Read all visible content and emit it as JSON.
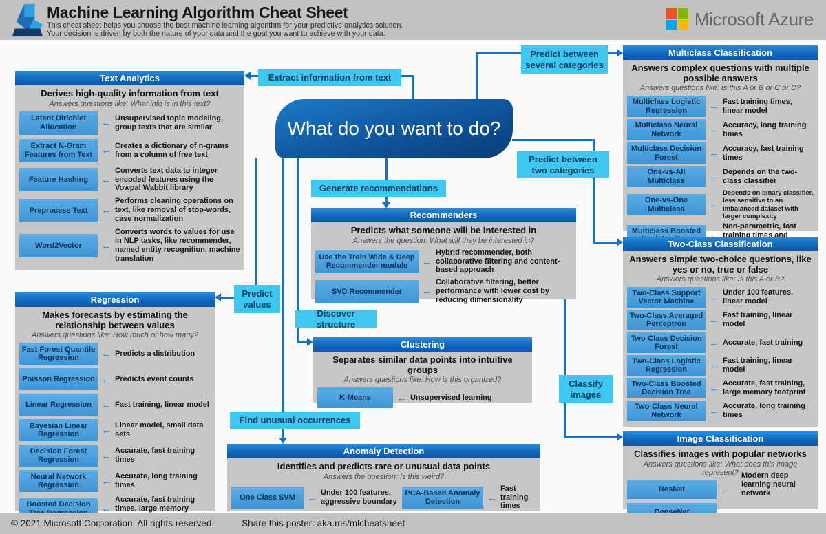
{
  "header": {
    "title": "Machine Learning Algorithm Cheat Sheet",
    "subtitle_line1": "This cheat sheet helps you choose the best machine learning algorithm for your predictive analytics solution.",
    "subtitle_line2": "Your decision is driven by both the nature of your data and the goal you want to achieve with your data.",
    "brand": "Microsoft Azure"
  },
  "central_question": "What do you want to do?",
  "icons": {
    "left_arrow": "←"
  },
  "colors": {
    "header_blue": "#1168bd",
    "panel_gray": "#c7c7c7",
    "cyan_label": "#3dc7f1",
    "algo_box_blue": "#4aa2e0",
    "connector_blue": "#1372ce",
    "ms_red": "#f25022",
    "ms_green": "#7fba00",
    "ms_blue": "#00a4ef",
    "ms_yellow": "#ffb900"
  },
  "decision_labels": {
    "extract_info": "Extract information from text",
    "several_categories": "Predict between several categories",
    "two_categories": "Predict between two categories",
    "recommendations": "Generate recommendations",
    "values": "Predict values",
    "structure": "Discover structure",
    "unusual": "Find unusual occurrences",
    "images": "Classify images"
  },
  "panels": {
    "text_analytics": {
      "title": "Text Analytics",
      "heading": "Derives high-quality information from text",
      "subheading": "Answers questions like: What info is in this text?",
      "items": [
        {
          "name": "Latent Dirichlet Allocation",
          "desc": "Unsupervised topic modeling, group texts that are similar"
        },
        {
          "name": "Extract N-Gram Features from Text",
          "desc": "Creates a dictionary of n-grams from a column of free text"
        },
        {
          "name": "Feature Hashing",
          "desc": "Converts text data to integer encoded features using the Vowpal Wabbit library"
        },
        {
          "name": "Preprocess Text",
          "desc": "Performs cleaning operations on text, like removal of stop-words, case normalization"
        },
        {
          "name": "Word2Vector",
          "desc": "Converts words to values for use in NLP tasks, like recommender, named entity recognition, machine translation"
        }
      ]
    },
    "regression": {
      "title": "Regression",
      "heading": "Makes forecasts by estimating the relationship between values",
      "subheading": "Answers questions like: How much or how many?",
      "items": [
        {
          "name": "Fast Forest Quantile Regression",
          "desc": "Predicts a distribution"
        },
        {
          "name": "Poisson Regression",
          "desc": "Predicts event counts"
        },
        {
          "name": "Linear Regression",
          "desc": "Fast training, linear model"
        },
        {
          "name": "Bayesian Linear Regression",
          "desc": "Linear model, small data sets"
        },
        {
          "name": "Decision Forest Regression",
          "desc": "Accurate, fast training times"
        },
        {
          "name": "Neural Network Regression",
          "desc": "Accurate, long training times"
        },
        {
          "name": "Boosted Decision Tree Regression",
          "desc": "Accurate, fast training times, large memory footprint"
        }
      ]
    },
    "recommenders": {
      "title": "Recommenders",
      "heading": "Predicts what someone will be interested in",
      "subheading": "Answers the question: What will they be interested in?",
      "items": [
        {
          "name": "Use the Train Wide & Deep Recommender module",
          "desc": "Hybrid recommender, both collaborative filtering and content-based approach"
        },
        {
          "name": "SVD Recommender",
          "desc": "Collaborative filtering, better performance with lower cost by reducing dimensionality"
        }
      ]
    },
    "clustering": {
      "title": "Clustering",
      "heading": "Separates similar data points into intuitive groups",
      "subheading": "Answers questions like: How is this organized?",
      "items": [
        {
          "name": "K-Means",
          "desc": "Unsupervised learning"
        }
      ]
    },
    "anomaly": {
      "title": "Anomaly Detection",
      "heading": "Identifies and predicts rare or unusual data points",
      "subheading": "Answers the question: Is this weird?",
      "items": [
        {
          "name": "One Class SVM",
          "desc": "Under 100 features, aggressive boundary"
        },
        {
          "name": "PCA-Based Anomaly Detection",
          "desc": "Fast training times"
        }
      ]
    },
    "multiclass": {
      "title": "Multiclass Classification",
      "heading": "Answers complex questions with multiple possible answers",
      "subheading": "Answers questions like: Is this A or B or C or D?",
      "items": [
        {
          "name": "Multiclass Logistic Regression",
          "desc": "Fast training times, linear model"
        },
        {
          "name": "Multiclass Neural Network",
          "desc": "Accuracy, long training times"
        },
        {
          "name": "Multiclass Decision Forest",
          "desc": "Accuracy, fast training times"
        },
        {
          "name": "One-vs-All Multiclass",
          "desc": "Depends on the two-class classifier"
        },
        {
          "name": "One-vs-One Multiclass",
          "desc": "Depends on binary classifier, less sensitive to an imbalanced dataset with larger complexity"
        },
        {
          "name": "Multiclass Boosted Decision Tree",
          "desc": "Non-parametric, fast training times and scalable"
        }
      ]
    },
    "two_class": {
      "title": "Two-Class Classification",
      "heading": "Answers simple two-choice questions, like yes or no, true or false",
      "subheading": "Answers questions like: Is this A or B?",
      "items": [
        {
          "name": "Two-Class Support Vector Machine",
          "desc": "Under 100 features, linear model"
        },
        {
          "name": "Two-Class Averaged Perceptron",
          "desc": "Fast training, linear model"
        },
        {
          "name": "Two-Class Decision Forest",
          "desc": "Accurate, fast training"
        },
        {
          "name": "Two-Class Logistic Regression",
          "desc": "Fast training, linear model"
        },
        {
          "name": "Two-Class Boosted Decision Tree",
          "desc": "Accurate, fast training, large memory footprint"
        },
        {
          "name": "Two-Class Neural Network",
          "desc": "Accurate, long training times"
        }
      ]
    },
    "image_classification": {
      "title": "Image Classification",
      "heading": "Classifies images with popular networks",
      "subheading": "Answers questions like: What does this image represent?",
      "items": [
        {
          "name": "ResNet"
        },
        {
          "name": "DenseNet"
        }
      ],
      "shared_desc": "Modern deep learning neural network"
    }
  },
  "footer": {
    "copyright": "© 2021 Microsoft Corporation. All rights reserved.",
    "share": "Share this poster: aka.ms/mlcheatsheet"
  }
}
